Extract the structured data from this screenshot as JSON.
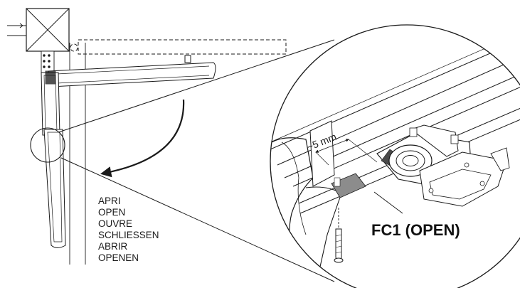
{
  "open_direction_labels": [
    "APRI",
    "OPEN",
    "OUVRE",
    "SCHLIESSEN",
    "ABRIR",
    "OPENEN"
  ],
  "detail": {
    "dimension_label": "~5 mm",
    "switch_label": "FC1 (OPEN)"
  },
  "colors": {
    "line": "#1a1a1a",
    "slot_fill": "#8c8c8c",
    "magnet_fill": "#4a4a4a",
    "background": "#ffffff"
  }
}
